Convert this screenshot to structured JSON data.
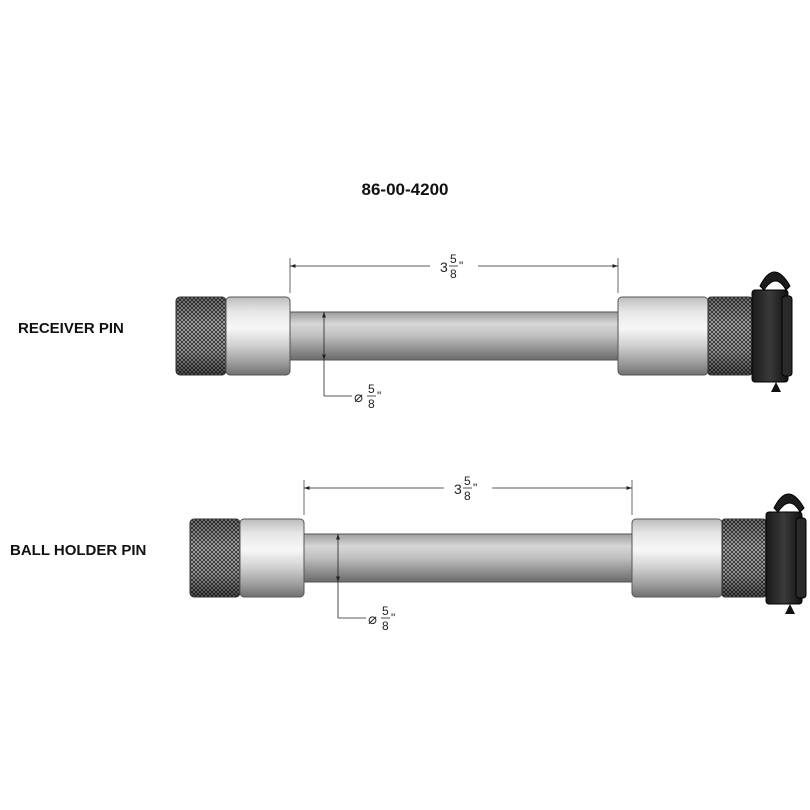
{
  "drawing": {
    "part_number": "86-00-4200",
    "pins": [
      {
        "label": "RECEIVER PIN",
        "length_whole": "3",
        "length_num": "5",
        "length_den": "8",
        "length_unit": "\"",
        "diameter_symbol": "⌀",
        "diameter_num": "5",
        "diameter_den": "8",
        "diameter_unit": "\""
      },
      {
        "label": "BALL HOLDER PIN",
        "length_whole": "3",
        "length_num": "5",
        "length_den": "8",
        "length_unit": "\"",
        "diameter_symbol": "⌀",
        "diameter_num": "5",
        "diameter_den": "8",
        "diameter_unit": "\""
      }
    ]
  }
}
